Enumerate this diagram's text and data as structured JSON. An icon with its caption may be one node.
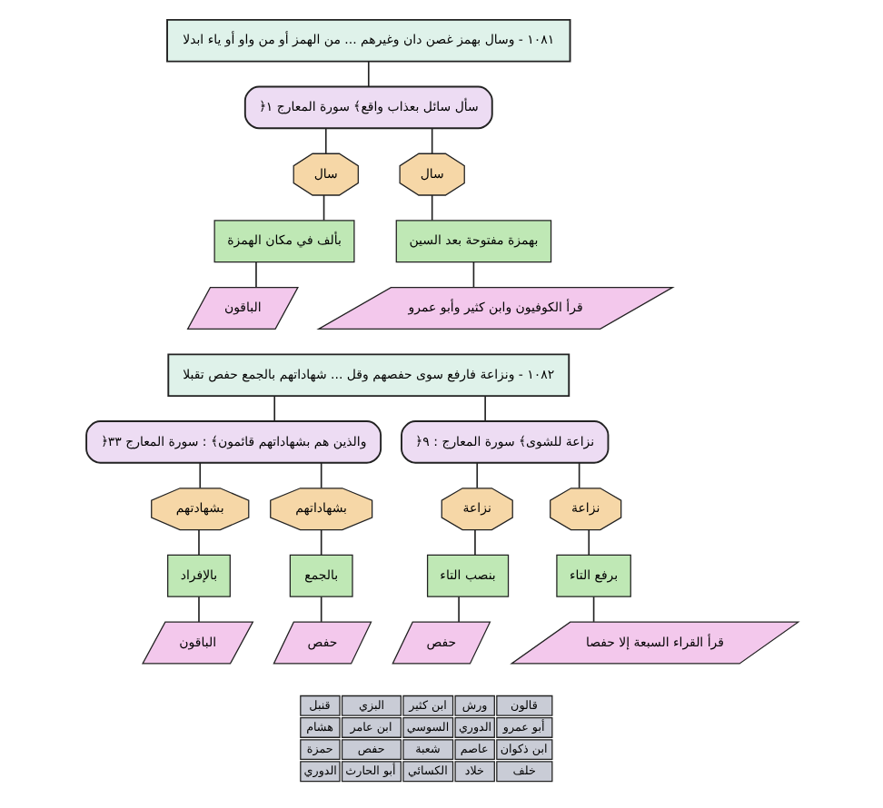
{
  "diagram": {
    "nodes": [
      {
        "text": [
          "١٠٨١ - وسال بهمز غصن دان وغيرهم ... من الهمز أو من واو أو ياء ابدلا"
        ]
      },
      {
        "text": [
          "﴿سأل سائل بعذاب واقع﴾ سورة المعارج ١"
        ]
      },
      {
        "text": [
          "سال"
        ]
      },
      {
        "text": [
          "بهمزة مفتوحة بعد السين"
        ]
      },
      {
        "text": [
          "قرأ الكوفيون وابن كثير وأبو عمرو"
        ]
      },
      {
        "text": [
          "سال"
        ]
      },
      {
        "text": [
          "بألف في مكان الهمزة"
        ]
      },
      {
        "text": [
          "الباقون"
        ]
      },
      {
        "text": [
          "١٠٨٢ - ونزاعة فارفع سوى حفصهم وقل ... شهاداتهم بالجمع حفص تقبلا"
        ]
      },
      {
        "text": [
          "﴿نزاعة للشوى﴾ سورة المعارج : ٩"
        ]
      },
      {
        "text": [
          "نزاعة"
        ]
      },
      {
        "text": [
          "برفع التاء"
        ]
      },
      {
        "text": [
          "قرأ القراء السبعة إلا حفصا"
        ]
      },
      {
        "text": [
          "نزاعة"
        ]
      },
      {
        "text": [
          "بنصب التاء"
        ]
      },
      {
        "text": [
          "حفص"
        ]
      },
      {
        "text": [
          "﴿والذين هم بشهاداتهم قائمون﴾ : سورة المعارج ٣٣"
        ]
      },
      {
        "text": [
          "بشهاداتهم"
        ]
      },
      {
        "text": [
          "بالجمع"
        ]
      },
      {
        "text": [
          "حفص"
        ]
      },
      {
        "text": [
          "بشهادتهم"
        ]
      },
      {
        "text": [
          "بالإفراد"
        ]
      },
      {
        "text": [
          "الباقون"
        ]
      }
    ],
    "edges": [
      {
        "from": 0,
        "to": 1,
        "arrow": "none"
      },
      {
        "from": 1,
        "to": 2,
        "arrow": "none"
      },
      {
        "from": 2,
        "to": 3,
        "arrow": "none"
      },
      {
        "from": 3,
        "to": 4,
        "arrow": "none"
      },
      {
        "from": 1,
        "to": 5,
        "arrow": "none"
      },
      {
        "from": 5,
        "to": 6,
        "arrow": "none"
      },
      {
        "from": 6,
        "to": 7,
        "arrow": "none"
      },
      {
        "from": 8,
        "to": 9,
        "arrow": "none"
      },
      {
        "from": 9,
        "to": 10,
        "arrow": "none"
      },
      {
        "from": 10,
        "to": 11,
        "arrow": "none"
      },
      {
        "from": 11,
        "to": 12,
        "arrow": "none"
      },
      {
        "from": 9,
        "to": 13,
        "arrow": "none"
      },
      {
        "from": 13,
        "to": 14,
        "arrow": "none"
      },
      {
        "from": 14,
        "to": 15,
        "arrow": "none"
      },
      {
        "from": 8,
        "to": 16,
        "arrow": "none"
      },
      {
        "from": 16,
        "to": 17,
        "arrow": "none"
      },
      {
        "from": 17,
        "to": 18,
        "arrow": "none"
      },
      {
        "from": 18,
        "to": 19,
        "arrow": "none"
      },
      {
        "from": 16,
        "to": 20,
        "arrow": "none"
      },
      {
        "from": 20,
        "to": 21,
        "arrow": "none"
      },
      {
        "from": 21,
        "to": 22,
        "arrow": "none"
      }
    ],
    "labels": [
      "قالون",
      "ورش",
      "ابن كثير",
      "البزي",
      "قنبل",
      "أبو عمرو",
      "الدوري",
      "السوسي",
      "ابن عامر",
      "هشام",
      "ابن ذكوان",
      "عاصم",
      "شعبة",
      "حفص",
      "حمزة",
      "خلف",
      "خلاد",
      "الكسائي",
      "أبو الحارث",
      "الدوري"
    ]
  }
}
